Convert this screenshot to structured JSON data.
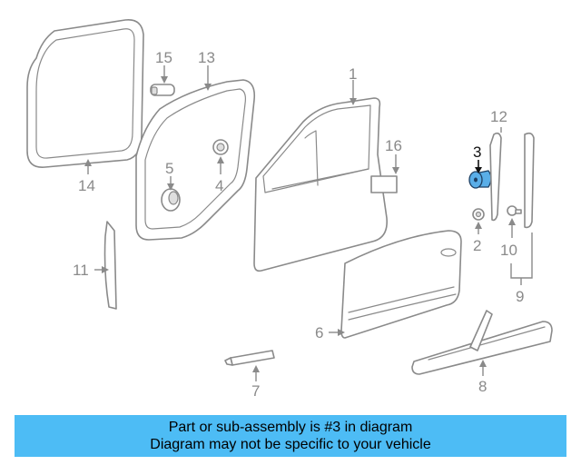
{
  "diagram": {
    "highlight": {
      "number": "3",
      "color": "#5aaee8"
    },
    "callouts": [
      "1",
      "2",
      "3",
      "4",
      "5",
      "6",
      "7",
      "8",
      "9",
      "10",
      "11",
      "12",
      "13",
      "14",
      "15",
      "16"
    ]
  },
  "banner": {
    "line1": "Part or sub-assembly is #3 in diagram",
    "line2": "Diagram may not be specific to your vehicle",
    "background": "#4dbcf5"
  }
}
